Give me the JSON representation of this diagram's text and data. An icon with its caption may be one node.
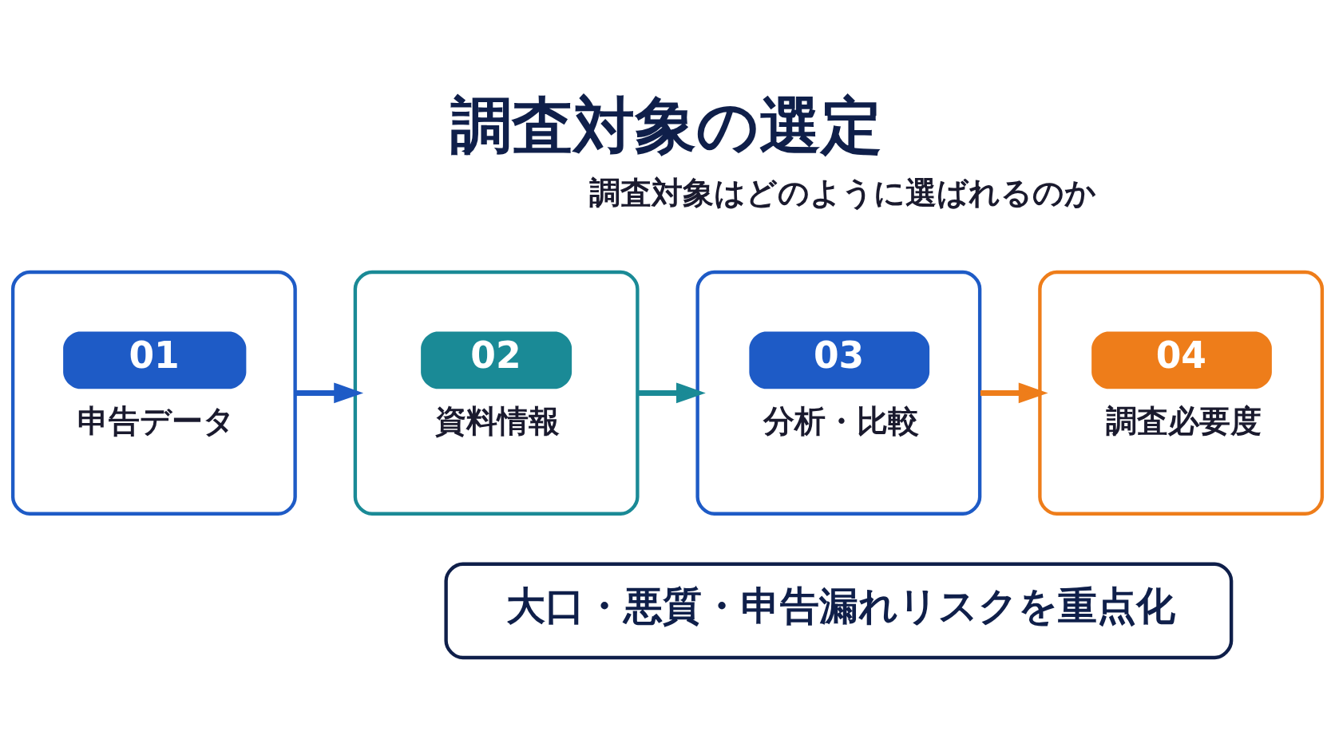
{
  "diagram": {
    "title": "調査対象の選定",
    "nodes": [
      {
        "text": [
          "01",
          "申告データ"
        ]
      },
      {
        "text": [
          "02",
          "資料情報"
        ]
      },
      {
        "text": [
          "03",
          "分析・比較"
        ]
      },
      {
        "text": [
          "04",
          "調査必要度"
        ]
      },
      {
        "text": [
          "大口・悪質・申告漏れリスクを重点化"
        ]
      }
    ],
    "edges": [
      {
        "from": 0,
        "to": 1,
        "arrow": "to",
        "color": "#1e5bc6"
      },
      {
        "from": 1,
        "to": 2,
        "arrow": "to",
        "color": "#1a8a96"
      },
      {
        "from": 2,
        "to": 3,
        "arrow": "to",
        "color": "#ee7d1a"
      }
    ],
    "labels": [
      "調査対象はどのように選ばれるのか"
    ]
  }
}
